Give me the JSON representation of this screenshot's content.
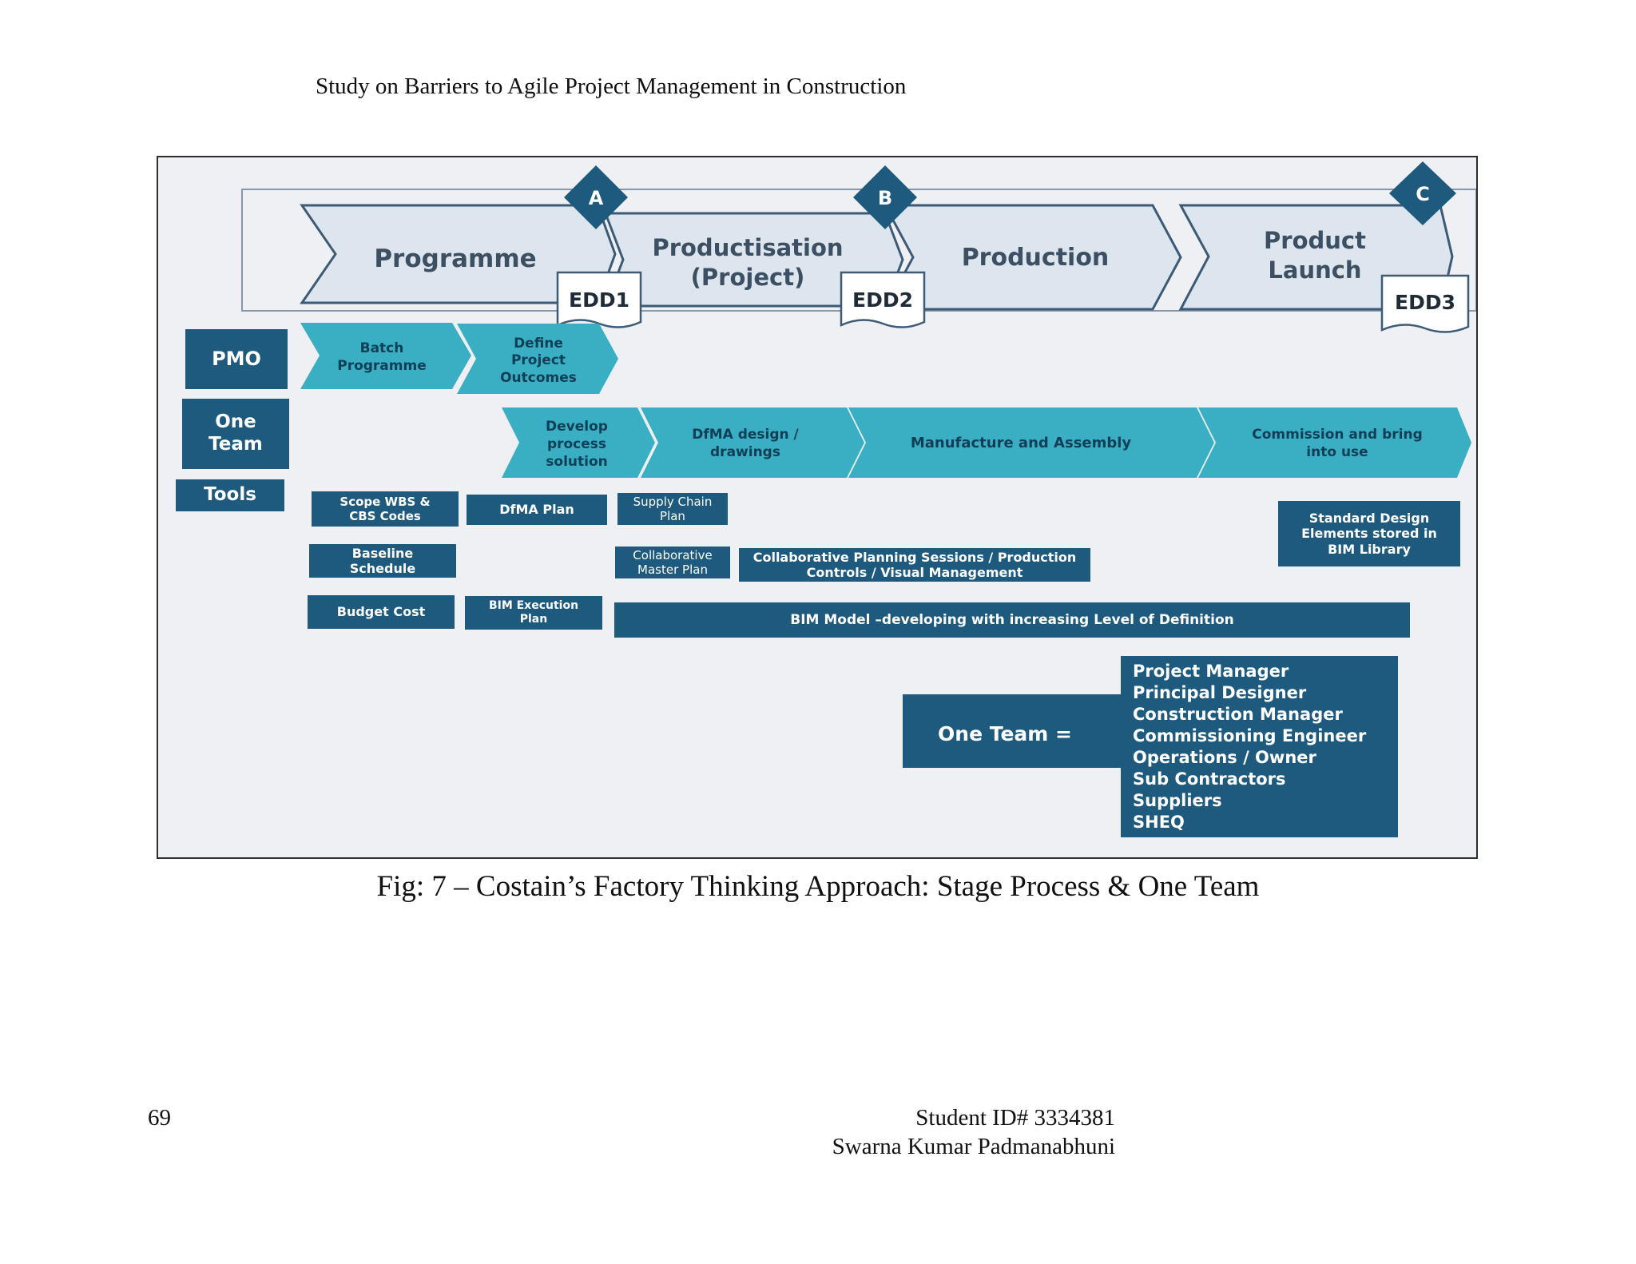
{
  "page": {
    "header_title": "Study on Barriers to Agile Project Management in Construction",
    "caption": "Fig: 7 – Costain’s Factory Thinking Approach: Stage Process & One Team",
    "page_number": "69",
    "student_id": "Student ID# 3334381",
    "student_name": "Swarna Kumar Padmanabhuni"
  },
  "figure": {
    "stages": {
      "programme": "Programme",
      "productisation_1": "Productisation",
      "productisation_2": "(Project)",
      "production": "Production",
      "launch_1": "Product",
      "launch_2": "Launch"
    },
    "gates": {
      "a": "A",
      "b": "B",
      "c": "C"
    },
    "edds": {
      "edd1": "EDD1",
      "edd2": "EDD2",
      "edd3": "EDD3"
    },
    "row_labels": {
      "pmo": "PMO",
      "one_team_1": "One",
      "one_team_2": "Team",
      "tools": "Tools"
    },
    "pmo": {
      "batch_1": "Batch",
      "batch_2": "Programme",
      "define_1": "Define",
      "define_2": "Project",
      "define_3": "Outcomes"
    },
    "team": {
      "develop_1": "Develop",
      "develop_2": "process",
      "develop_3": "solution",
      "dfma_1": "DfMA design /",
      "dfma_2": "drawings",
      "manufacture": "Manufacture and Assembly",
      "commission_1": "Commission and bring",
      "commission_2": "into use"
    },
    "tools": {
      "scope_1": "Scope WBS &",
      "scope_2": "CBS Codes",
      "dfma_plan": "DfMA Plan",
      "supply_1": "Supply Chain",
      "supply_2": "Plan",
      "standard_1": "Standard Design",
      "standard_2": "Elements stored in",
      "standard_3": "BIM Library",
      "baseline_1": "Baseline",
      "baseline_2": "Schedule",
      "collab_master_1": "Collaborative",
      "collab_master_2": "Master Plan",
      "collab_sessions_1": "Collaborative Planning Sessions / Production",
      "collab_sessions_2": "Controls / Visual Management",
      "budget": "Budget Cost",
      "bim_exec_1": "BIM Execution",
      "bim_exec_2": "Plan",
      "bim_model": "BIM Model –developing with increasing Level of Definition"
    },
    "one_team": {
      "label": "One Team =",
      "members": [
        "Project Manager",
        "Principal Designer",
        "Construction Manager",
        "Commissioning Engineer",
        "Operations / Owner",
        "Sub Contractors",
        "Suppliers",
        "SHEQ"
      ]
    },
    "colors": {
      "dark_blue": "#1d5a7d",
      "teal": "#3aafc4",
      "stage_fill": "#dde5ee",
      "stage_stroke": "#3d5a76"
    }
  }
}
